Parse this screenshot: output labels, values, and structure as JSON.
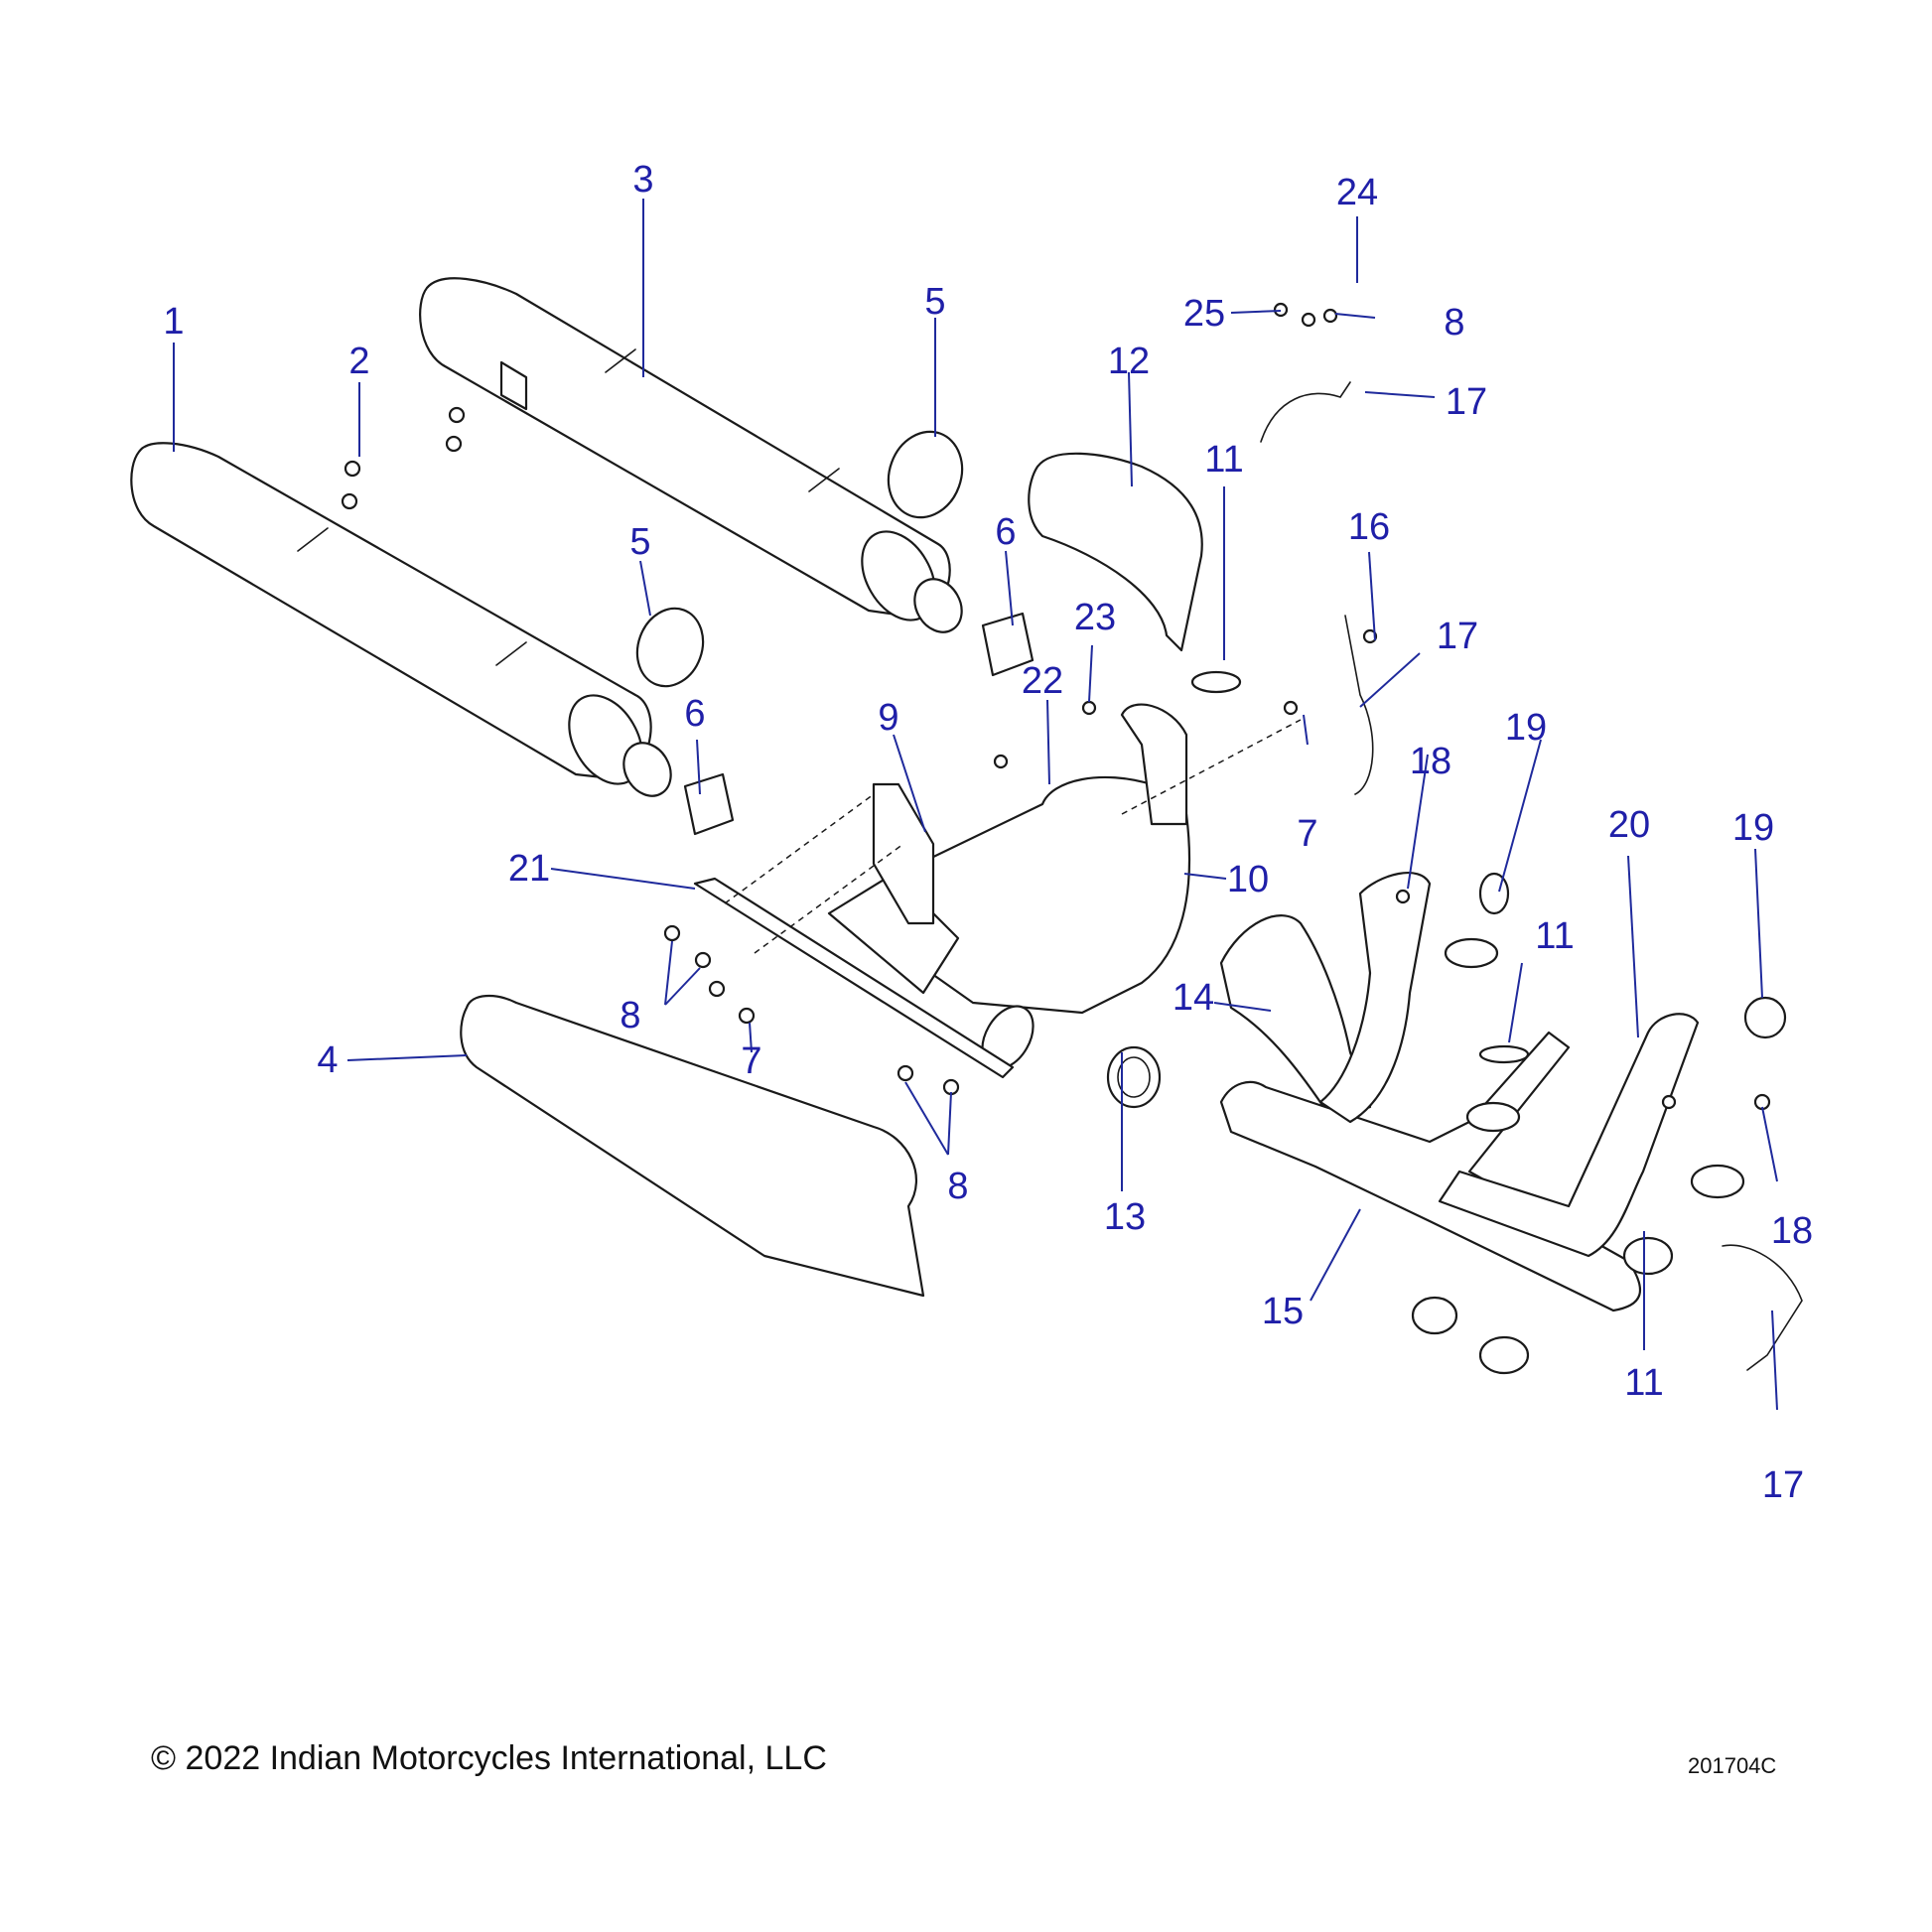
{
  "callouts": [
    {
      "id": "c1",
      "text": "1"
    },
    {
      "id": "c2",
      "text": "2"
    },
    {
      "id": "c3",
      "text": "3"
    },
    {
      "id": "c4",
      "text": "4"
    },
    {
      "id": "c5a",
      "text": "5"
    },
    {
      "id": "c5b",
      "text": "5"
    },
    {
      "id": "c6a",
      "text": "6"
    },
    {
      "id": "c6b",
      "text": "6"
    },
    {
      "id": "c7a",
      "text": "7"
    },
    {
      "id": "c7b",
      "text": "7"
    },
    {
      "id": "c8a",
      "text": "8"
    },
    {
      "id": "c8b",
      "text": "8"
    },
    {
      "id": "c8c",
      "text": "8"
    },
    {
      "id": "c9",
      "text": "9"
    },
    {
      "id": "c10",
      "text": "10"
    },
    {
      "id": "c11a",
      "text": "11"
    },
    {
      "id": "c11b",
      "text": "11"
    },
    {
      "id": "c11c",
      "text": "11"
    },
    {
      "id": "c12",
      "text": "12"
    },
    {
      "id": "c13",
      "text": "13"
    },
    {
      "id": "c14",
      "text": "14"
    },
    {
      "id": "c15",
      "text": "15"
    },
    {
      "id": "c16",
      "text": "16"
    },
    {
      "id": "c17a",
      "text": "17"
    },
    {
      "id": "c17b",
      "text": "17"
    },
    {
      "id": "c17c",
      "text": "17"
    },
    {
      "id": "c18a",
      "text": "18"
    },
    {
      "id": "c18b",
      "text": "18"
    },
    {
      "id": "c19a",
      "text": "19"
    },
    {
      "id": "c19b",
      "text": "19"
    },
    {
      "id": "c20",
      "text": "20"
    },
    {
      "id": "c21",
      "text": "21"
    },
    {
      "id": "c22",
      "text": "22"
    },
    {
      "id": "c23",
      "text": "23"
    },
    {
      "id": "c24",
      "text": "24"
    },
    {
      "id": "c25",
      "text": "25"
    }
  ],
  "footer": {
    "copyright": "© 2022 Indian Motorcycles International, LLC",
    "drawing_id": "201704C"
  },
  "colors": {
    "callout": "#1f1fa8",
    "line_art": "#1a1a1a",
    "background": "#ffffff"
  }
}
